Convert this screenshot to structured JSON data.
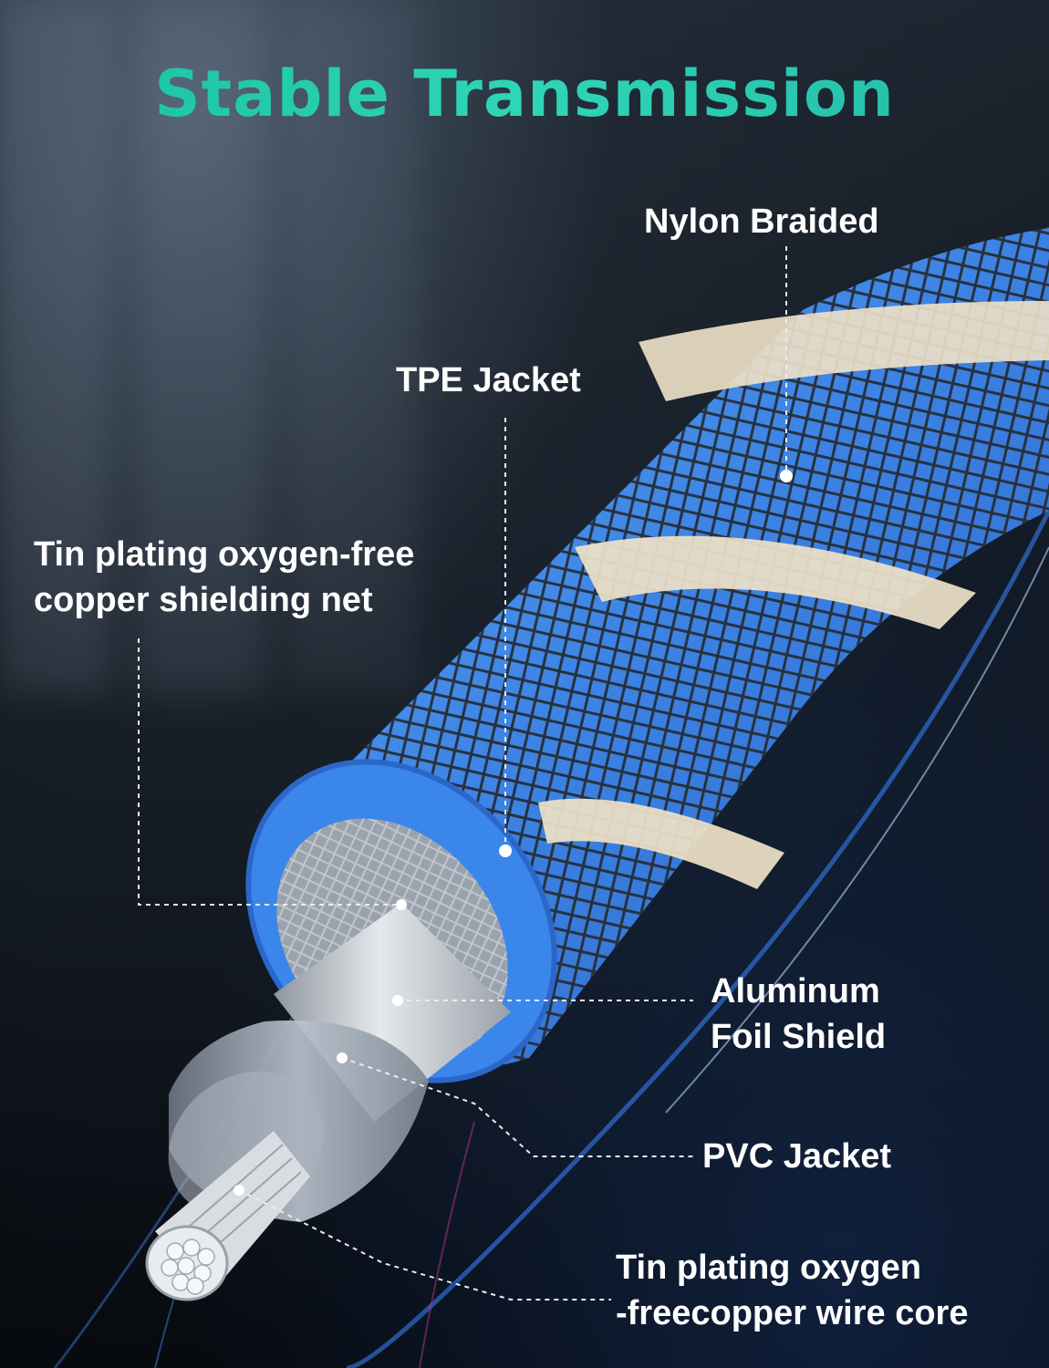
{
  "title": "Stable Transmission",
  "labels": {
    "nylon_braided": "Nylon Braided",
    "tpe_jacket": "TPE Jacket",
    "tin_shield_line1": "Tin plating oxygen-free",
    "tin_shield_line2": "copper shielding net",
    "aluminum_line1": "Aluminum",
    "aluminum_line2": "Foil Shield",
    "pvc_jacket": "PVC Jacket",
    "core_line1": "Tin plating oxygen",
    "core_line2": "-freecopper wire core"
  },
  "colors": {
    "title_accent": "#1fc8aa",
    "jacket_blue": "#3f86e6",
    "braid_dark": "#2a3038",
    "stripe_cream": "#efe2c8",
    "foil_silver": "#c9ced4"
  },
  "icons": [
    "cable-cross-section-illustration"
  ]
}
